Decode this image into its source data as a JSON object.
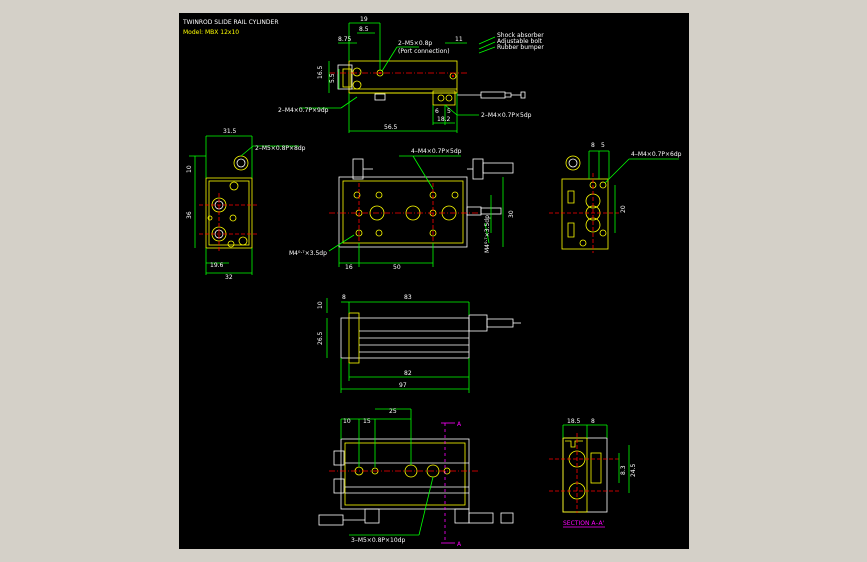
{
  "title": {
    "line1": "TWINROD SLIDE RAIL CYLINDER",
    "line2": "Model: MBX 12x10"
  },
  "colors": {
    "background": "#000000",
    "outline": "#ffff00",
    "dimension": "#00ff00",
    "center": "#ff0000",
    "section": "#ff00ff",
    "text": "#ffffff"
  },
  "legend": {
    "item1": "Shock absorber",
    "item2": "Adjustable bolt",
    "item3": "Rubber bumper"
  },
  "top_view": {
    "d19": "19",
    "d85": "8.5",
    "d875": "8.75",
    "d11": "11",
    "d165": "16.5",
    "d55": "5.5",
    "d565": "56.5",
    "d182": "18.2",
    "d6": "6",
    "d5": "5",
    "port_label": "2–M5×0.8p",
    "port_sub": "(Port connection)",
    "m4_left": "2–M4×0.7P×9dp",
    "m4_right": "2–M4×0.7P×5dp"
  },
  "left_view": {
    "d315": "31.5",
    "d10": "10",
    "d36": "36",
    "d196": "19.6",
    "d32": "32",
    "m5_label": "2–M5×0.8P×8dp"
  },
  "front_view": {
    "m4_label": "4–M4×0.7P×5dp",
    "d16": "16",
    "d50": "50",
    "d30": "30",
    "m4_left": "M4⁰·⁷×3.5dp",
    "m4_right": "M4⁰·⁷×3.5dp"
  },
  "right_view": {
    "d8": "8",
    "d5": "5",
    "d20": "20",
    "m4_label": "4–M4×0.7P×6dp"
  },
  "side_view": {
    "d83": "83",
    "d8": "8",
    "d10": "10",
    "d265": "26.5",
    "d82": "82",
    "d97": "97"
  },
  "bottom_view": {
    "d10": "10",
    "d15": "15",
    "d25": "25",
    "sec_a": "A",
    "m5_label": "3–M5×0.8P×10dp"
  },
  "section_view": {
    "d185": "18.5",
    "d8": "8",
    "d83": "8.3",
    "d245": "24.5",
    "label": "SECTION A–A'"
  }
}
